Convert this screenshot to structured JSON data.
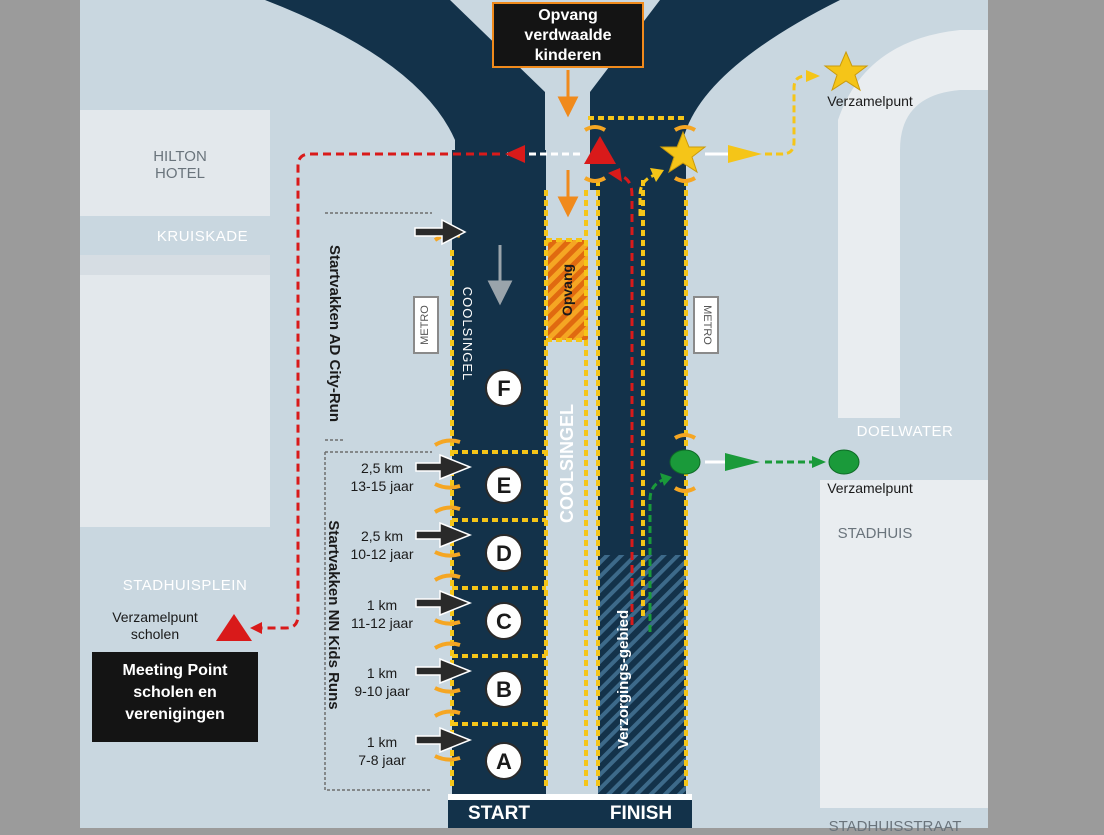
{
  "colors": {
    "background_gray": "#9b9b9b",
    "map_bg": "#c9d7e0",
    "building": "#e9edf0",
    "road": "#13324a",
    "yellow_dash": "#f5c518",
    "orange": "#f08a1c",
    "red": "#d91a1a",
    "green": "#1a9a3a",
    "label_box": "#141414"
  },
  "labels": {
    "lost_children_box": "Opvang verdwaalde kinderen",
    "opvang": "Opvang",
    "coolsingel_left": "COOLSINGEL",
    "coolsingel_center": "COOLSINGEL",
    "metro_left": "METRO",
    "metro_right": "METRO",
    "verzorgingsgebied": "Verzorgings-gebied",
    "start": "START",
    "finish": "FINISH",
    "startvakken_city_run": "Startvakken AD City-Run",
    "startvakken_kids_runs": "Startvakken NN Kids Runs",
    "meeting_point_box": "Meeting Point scholen en verenigingen",
    "verzamelpunt_scholen": "Verzamelpunt scholen",
    "verzamelpunt_top": "Verzamelpunt",
    "verzamelpunt_right": "Verzamelpunt"
  },
  "streets": {
    "hilton": "HILTON HOTEL",
    "kruiskade": "KRUISKADE",
    "stadhuisplein": "STADHUISPLEIN",
    "doelwater": "DOELWATER",
    "stadhuis": "STADHUIS",
    "stadhuisstraat": "STADHUISSTRAAT"
  },
  "corrals": [
    {
      "letter": "F",
      "distance": "",
      "age": ""
    },
    {
      "letter": "E",
      "distance": "2,5 km",
      "age": "13-15 jaar"
    },
    {
      "letter": "D",
      "distance": "2,5 km",
      "age": "10-12 jaar"
    },
    {
      "letter": "C",
      "distance": "1 km",
      "age": "11-12 jaar"
    },
    {
      "letter": "B",
      "distance": "1 km",
      "age": "9-10 jaar"
    },
    {
      "letter": "A",
      "distance": "1 km",
      "age": "7-8 jaar"
    }
  ],
  "icons": [
    "star-icon",
    "red-triangle-icon",
    "green-dot-icon",
    "arrow-icon"
  ]
}
